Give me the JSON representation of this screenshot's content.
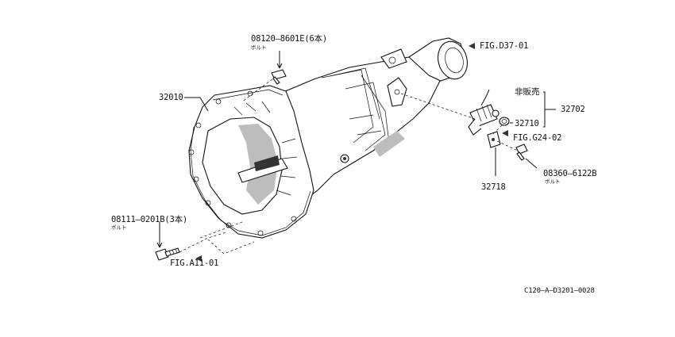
{
  "drawing_id": "C120–A–D3201–0028",
  "callouts": {
    "bolt_top_part": "08120–8601E(6本)",
    "bolt_top_note": "ボルト",
    "housing": "32010",
    "ref_top": "FIG.D37-01",
    "not_sold": "非販売",
    "assembly": "32702",
    "oring": "32710",
    "ref_mid": "FIG.G24-02",
    "bracket": "32718",
    "bolt_right_part": "08360–6122B",
    "bolt_right_note": "ボルト",
    "bolt_left_part": "08111–0201B(3本)",
    "bolt_left_note": "ボルト",
    "ref_bottom": "FIG.A11-01"
  }
}
